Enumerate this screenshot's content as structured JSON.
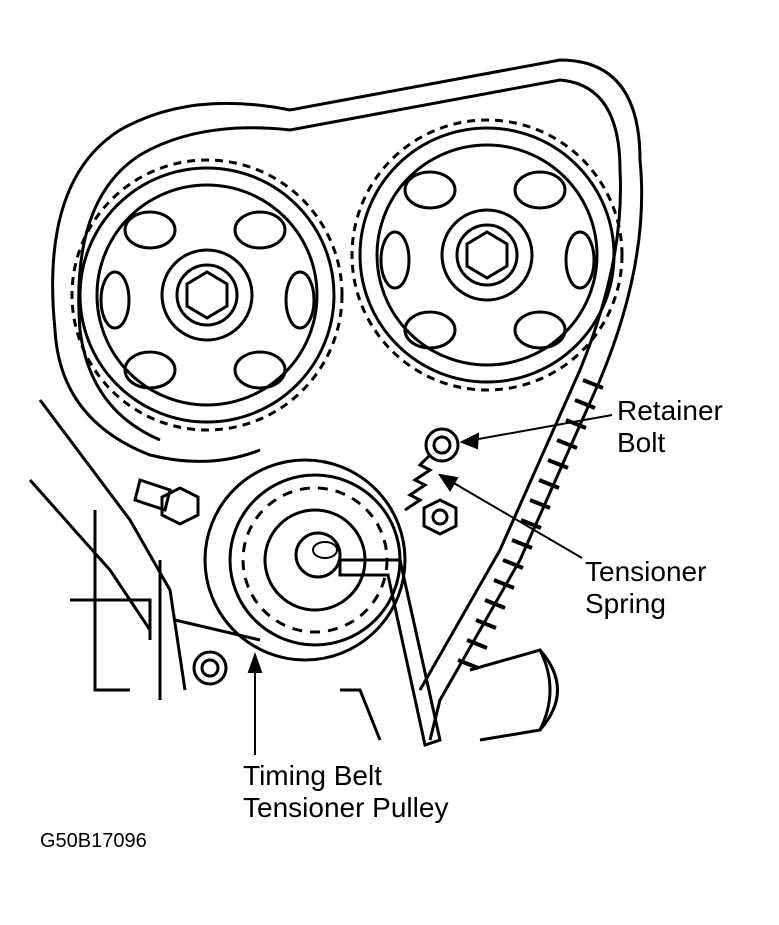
{
  "callouts": {
    "retainer_bolt": {
      "line1": "Retainer",
      "line2": "Bolt"
    },
    "tensioner_spring": {
      "line1": "Tensioner",
      "line2": "Spring"
    },
    "tensioner_pulley": {
      "line1": "Timing Belt",
      "line2": "Tensioner Pulley"
    }
  },
  "figure_id": "G50B17096",
  "colors": {
    "ink": "#000000",
    "paper": "#ffffff"
  }
}
